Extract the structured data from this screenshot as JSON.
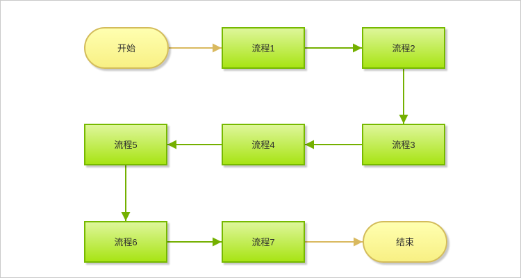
{
  "diagram": {
    "title": "flow-diagram",
    "nodes": [
      {
        "id": "start",
        "type": "terminator",
        "label": "开始"
      },
      {
        "id": "p1",
        "type": "process",
        "label": "流程1"
      },
      {
        "id": "p2",
        "type": "process",
        "label": "流程2"
      },
      {
        "id": "p3",
        "type": "process",
        "label": "流程3"
      },
      {
        "id": "p4",
        "type": "process",
        "label": "流程4"
      },
      {
        "id": "p5",
        "type": "process",
        "label": "流程5"
      },
      {
        "id": "p6",
        "type": "process",
        "label": "流程6"
      },
      {
        "id": "p7",
        "type": "process",
        "label": "流程7"
      },
      {
        "id": "end",
        "type": "terminator",
        "label": "结束"
      }
    ],
    "edges": [
      {
        "from": "开始",
        "to": "流程1",
        "direction": "right",
        "color_name": "gold"
      },
      {
        "from": "流程1",
        "to": "流程2",
        "direction": "right",
        "color_name": "green"
      },
      {
        "from": "流程2",
        "to": "流程3",
        "direction": "down",
        "color_name": "green"
      },
      {
        "from": "流程3",
        "to": "流程4",
        "direction": "left",
        "color_name": "green"
      },
      {
        "from": "流程4",
        "to": "流程5",
        "direction": "left",
        "color_name": "green"
      },
      {
        "from": "流程5",
        "to": "流程6",
        "direction": "down",
        "color_name": "green"
      },
      {
        "from": "流程6",
        "to": "流程7",
        "direction": "right",
        "color_name": "green"
      },
      {
        "from": "流程7",
        "to": "结束",
        "direction": "right",
        "color_name": "gold"
      }
    ],
    "colors": {
      "process_fill_top": "#def69a",
      "process_fill_bottom": "#a8e414",
      "process_border": "#76b900",
      "terminator_fill_top": "#ffffb0",
      "terminator_fill_bottom": "#f8f084",
      "terminator_border": "#d3bc5b",
      "arrow_green": "#74b000",
      "arrow_gold": "#d9b95f",
      "text": "#2e2e2e",
      "canvas_border": "#c9c9c9"
    }
  }
}
